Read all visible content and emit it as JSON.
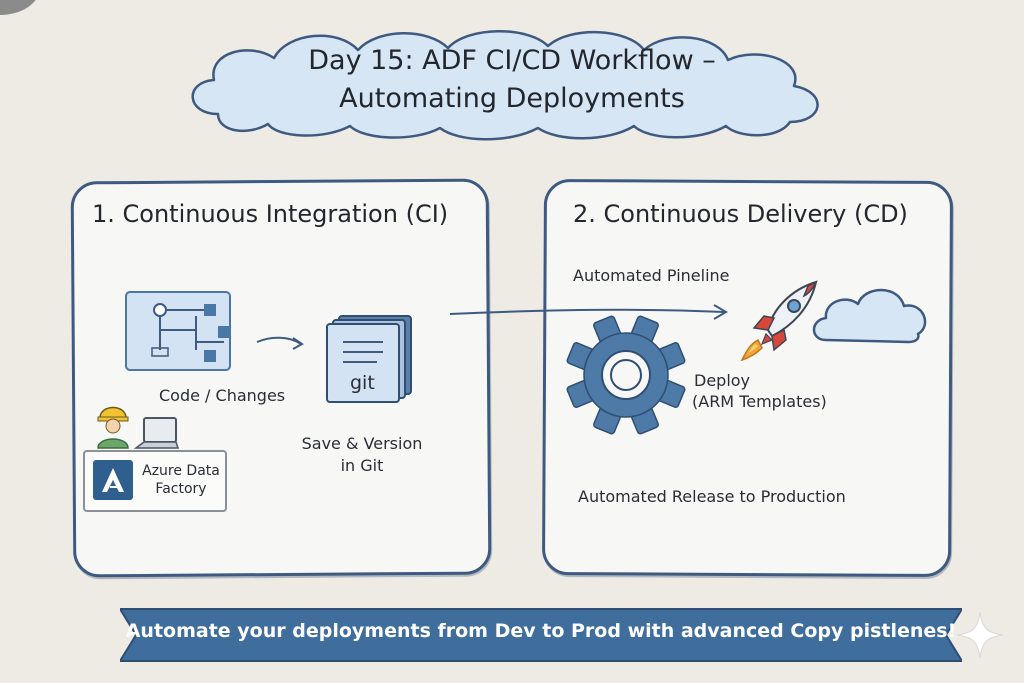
{
  "title": {
    "line1": "Day 15: ADF CI/CD Workflow –",
    "line2": "Automating Deployments"
  },
  "ci_panel": {
    "heading": "1. Continuous Integration (CI)",
    "code_label": "Code / Changes",
    "git_label": "git",
    "save_line1": "Save & Version",
    "save_line2": "in Git",
    "adf_line1": "Azure Data",
    "adf_line2": "Factory"
  },
  "cd_panel": {
    "heading": "2. Continuous Delivery (CD)",
    "pipeline_label": "Automated Pineline",
    "deploy_line1": "Deploy",
    "deploy_line2": "(ARM Templates)",
    "release_label": "Automated Release to Production"
  },
  "banner": {
    "text": "Automate your deployments from Dev to Prod with advanced Copy pistlenes!"
  },
  "colors": {
    "accent_blue": "#3e5a80",
    "icon_blue": "#4a78a6",
    "light_blue": "#c9dbee",
    "background": "#eeebe4",
    "rocket_red": "#d9473b",
    "flame_orange": "#f2a33a"
  },
  "icons": [
    "flowchart-icon",
    "git-stack-icon",
    "worker-icon",
    "laptop-icon",
    "azure-data-factory-icon",
    "gear-icon",
    "rocket-icon",
    "cloud-icon",
    "sparkle-icon"
  ]
}
